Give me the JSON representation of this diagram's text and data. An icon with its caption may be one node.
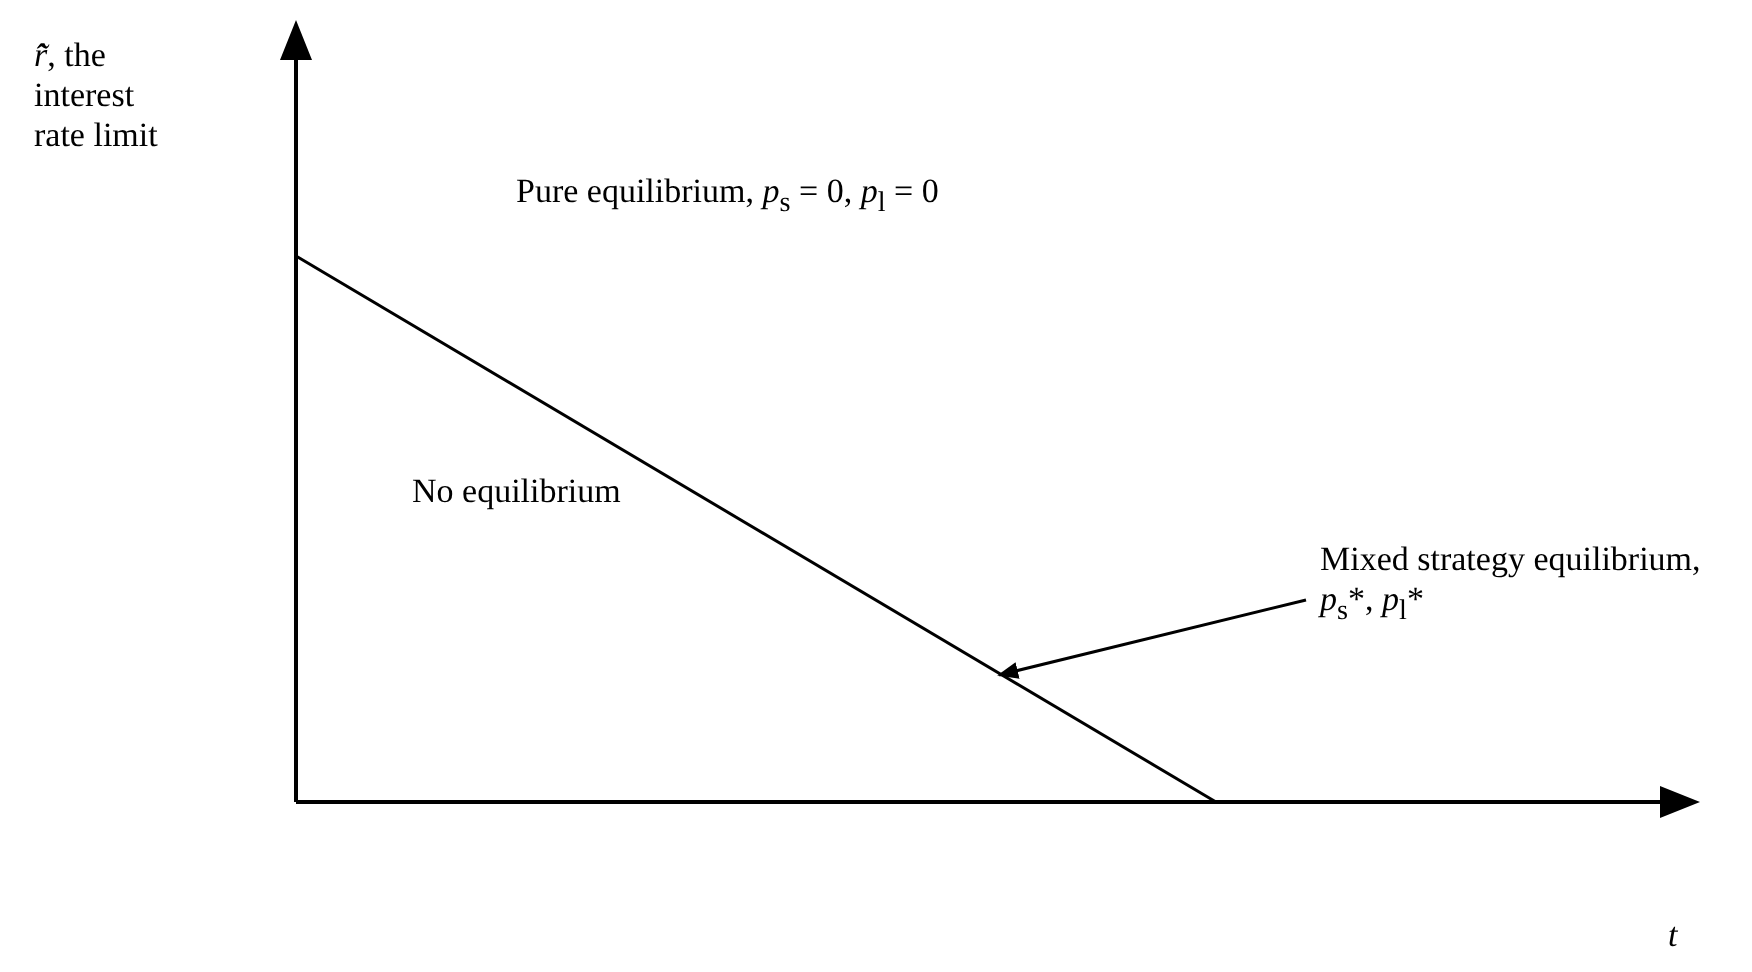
{
  "diagram": {
    "nodes": [
      {
        "text": [
          "Mixed strategy equilibrium, *p*$_{s}$*, *p*$_{l}$*"
        ]
      },
      {
        "text": [],
        "shape": "line"
      }
    ],
    "edges": [
      {
        "from": 0,
        "to": 1,
        "arrow": "to"
      }
    ],
    "labels": [
      "*r̃̂*, the interest rate limit",
      "Pure equilibrium, *p*$_{s}$ = 0, *p*$_{l}$ = 0",
      "No equilibrium",
      "t"
    ]
  }
}
